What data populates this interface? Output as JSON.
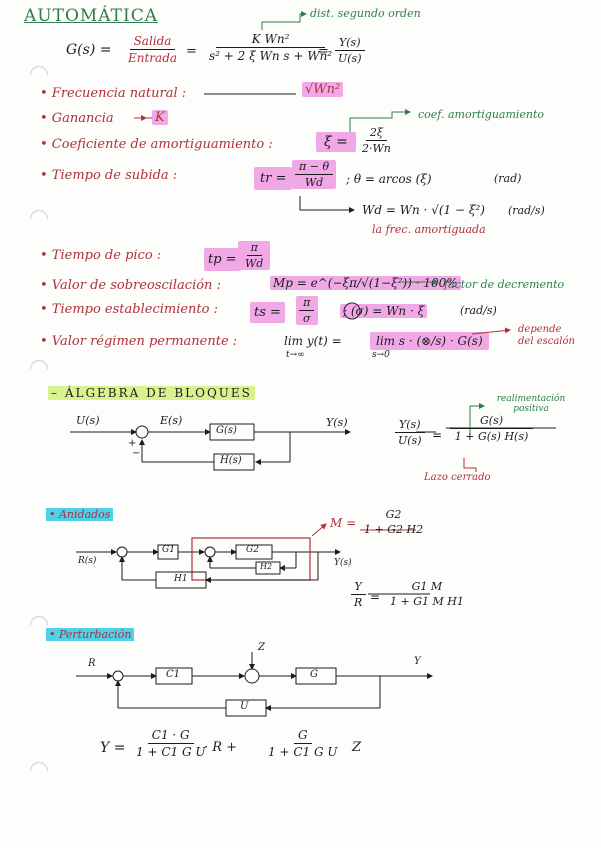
{
  "title": "AUTOMÁTICA",
  "note_dist": "dist. segundo orden",
  "formula_G": {
    "lhs": "G(s) =",
    "salida": "Salida",
    "entrada": "Entrada",
    "num": "K Wn²",
    "den": "s² + 2 ξ Wn s + Wn²",
    "eq": "=",
    "y_num": "Y(s)",
    "u_den": "U(s)"
  },
  "items": {
    "frecuencia": "• Frecuencia natural :",
    "frecuencia_val": "√Wn²",
    "ganancia": "• Ganancia",
    "ganancia_val": "K",
    "coeficiente": "• Coeficiente de amortiguamiento :",
    "coeficiente_val_lhs": "ξ =",
    "coeficiente_num": "2ξ",
    "coeficiente_den": "2·Wn",
    "coef_note": "coef. amortiguamiento",
    "subida": "• Tiempo de subida :",
    "subida_lhs": "tr =",
    "subida_num": "π − θ",
    "subida_den": "Wd",
    "theta": "; θ = arcos (ξ)",
    "theta_unit": "(rad)",
    "wd": "Wd = Wn · √(1 − ξ²)",
    "wd_unit": "(rad/s)",
    "wd_note": "la frec. amortiguada",
    "pico": "• Tiempo de pico :",
    "pico_lhs": "tp =",
    "pico_num": "π",
    "pico_den": "Wd",
    "sobre": "• Valor de sobreoscilación :",
    "sobre_val": "Mp = e^(−ξπ/√(1−ξ²)) · 100%",
    "sobre_note": "factor de decremento",
    "estab": "• Tiempo establecimiento :",
    "estab_lhs": "ts =",
    "estab_num": "π",
    "estab_den": "σ",
    "sigma": "; (σ) = Wn · ξ",
    "sigma_unit": "(rad/s)",
    "regimen": "• Valor régimen permanente :",
    "regimen_lim": "lim y(t) =",
    "regimen_lim_sub": "t→∞",
    "regimen_lim2": "lim s · (⊗/s) · G(s)",
    "regimen_lim2_sub": "s→0",
    "regimen_note": "depende del escalón"
  },
  "algebra": {
    "heading": "– ÁLGEBRA DE BLOQUES",
    "U": "U(s)",
    "E": "E(s)",
    "G": "G(s)",
    "H": "H(s)",
    "Y": "Y(s)",
    "tf_lhs_num": "Y(s)",
    "tf_lhs_den": "U(s)",
    "tf_num": "G(s)",
    "tf_den": "1 + G(s) H(s)",
    "realim_note": "realimentación positiva",
    "lazo_note": "Lazo cerrado"
  },
  "anidados": {
    "heading": "• Anidados",
    "R": "R(s)",
    "G1": "G1",
    "G2": "G2",
    "H1": "H1",
    "H2": "H2",
    "Y": "Y(s)",
    "M_lhs": "M =",
    "M_num": "G2",
    "M_den": "1 + G2 H2",
    "tf_lhs_num": "Y",
    "tf_lhs_den": "R",
    "tf_num": "G1 M",
    "tf_den": "1 + G1 M H1"
  },
  "perturbacion": {
    "heading": "• Perturbación",
    "R": "R",
    "C1": "C1",
    "G": "G",
    "U": "U",
    "Z": "Z",
    "Y": "Y",
    "y_eq": "Y =",
    "t1_num": "C1 · G",
    "t1_den": "1 + C1 G U",
    "t1_mult": "· R  +",
    "t2_num": "G",
    "t2_den": "1 + C1 G U",
    "t2_mult": "Z"
  }
}
